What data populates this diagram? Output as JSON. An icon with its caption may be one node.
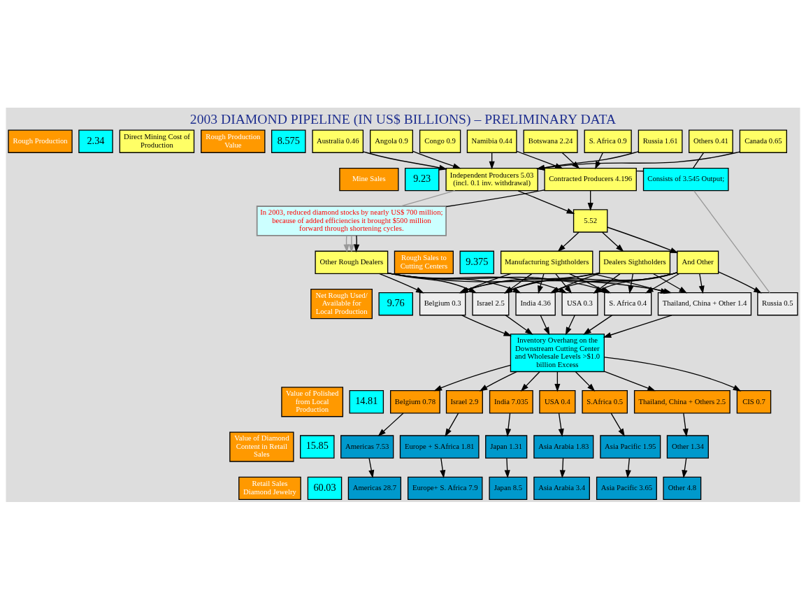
{
  "diagram": {
    "title": "2003 DIAMOND PIPELINE (IN US$ BILLIONS) – PRELIMINARY DATA",
    "nodes": [
      {
        "text": [
          "Rough Production"
        ]
      },
      {
        "text": [
          "2.34"
        ]
      },
      {
        "text": [
          "Direct Mining Cost of Production"
        ]
      },
      {
        "text": [
          "Rough Production Value"
        ]
      },
      {
        "text": [
          "8.575"
        ]
      },
      {
        "text": [
          "Australia 0.46"
        ]
      },
      {
        "text": [
          "Angola 0.9"
        ]
      },
      {
        "text": [
          "Congo 0.9"
        ]
      },
      {
        "text": [
          "Namibia 0.44"
        ]
      },
      {
        "text": [
          "Botswana 2.24"
        ]
      },
      {
        "text": [
          "S. Africa 0.9"
        ]
      },
      {
        "text": [
          "Russia 1.61"
        ]
      },
      {
        "text": [
          "Others 0.41"
        ]
      },
      {
        "text": [
          "Canada 0.65"
        ]
      },
      {
        "text": [
          "Mine Sales"
        ]
      },
      {
        "text": [
          "9.23"
        ]
      },
      {
        "text": [
          "Independent Producers 5.03",
          "(incl. 0.1 inv. withdrawal)"
        ]
      },
      {
        "text": [
          "Contracted Producers 4.196"
        ]
      },
      {
        "text": [
          "Consists of 3.545 Output;"
        ]
      },
      {
        "text": [
          "In 2003, reduced diamond stocks by nearly US$ 700 million; because of added efficiencies it brought $500 million forward through shortening cycles."
        ]
      },
      {
        "text": [
          "Rough Sales to Cutting Centers"
        ]
      },
      {
        "text": [
          "9.375"
        ]
      },
      {
        "text": [
          "5.52"
        ]
      },
      {
        "text": [
          "Other Rough Dealers"
        ]
      },
      {
        "text": [
          "Manufacturing Sightholders"
        ]
      },
      {
        "text": [
          "Dealers Sightholders"
        ]
      },
      {
        "text": [
          "And Other"
        ]
      },
      {
        "text": [
          "Net Rough Used/ Available for Local Production"
        ]
      },
      {
        "text": [
          "9.76"
        ]
      },
      {
        "text": [
          "Belgium 0.3"
        ]
      },
      {
        "text": [
          "Israel 2.5"
        ]
      },
      {
        "text": [
          "India 4.36"
        ]
      },
      {
        "text": [
          "USA 0.3"
        ]
      },
      {
        "text": [
          "S. Africa 0.4"
        ]
      },
      {
        "text": [
          "Thailand, China + Other 1.4"
        ]
      },
      {
        "text": [
          "Russia 0.5"
        ]
      },
      {
        "text": [
          "Inventory Overhang on the Downstream Cutting Center and Wholesale Levels >$1.0 billion Excess"
        ]
      },
      {
        "text": [
          "Value of Polished from Local Production"
        ]
      },
      {
        "text": [
          "14.81"
        ]
      },
      {
        "text": [
          "Belgium 0.78"
        ]
      },
      {
        "text": [
          "Israel 2.9"
        ]
      },
      {
        "text": [
          "India 7.035"
        ]
      },
      {
        "text": [
          "USA 0.4"
        ]
      },
      {
        "text": [
          "S.Africa 0.5"
        ]
      },
      {
        "text": [
          "Thailand, China + Others 2.5"
        ]
      },
      {
        "text": [
          "CIS 0.7"
        ]
      },
      {
        "text": [
          "Value of Diamond Content in Retail Sales"
        ]
      },
      {
        "text": [
          "15.85"
        ]
      },
      {
        "text": [
          "Americas 7.53"
        ]
      },
      {
        "text": [
          "Europe + S.Africa 1.81"
        ]
      },
      {
        "text": [
          "Japan 1.31"
        ]
      },
      {
        "text": [
          "Asia Arabia 1.83"
        ]
      },
      {
        "text": [
          "Asia Pacific 1.95"
        ]
      },
      {
        "text": [
          "Other 1.34"
        ]
      },
      {
        "text": [
          "Retail Sales Diamond Jewelry"
        ]
      },
      {
        "text": [
          "60.03"
        ]
      },
      {
        "text": [
          "Americas 28.7"
        ]
      },
      {
        "text": [
          "Europe+ S. Africa 7.9"
        ]
      },
      {
        "text": [
          "Japan 8.5"
        ]
      },
      {
        "text": [
          "Asia Arabia 3.4"
        ]
      },
      {
        "text": [
          "Asia Pacific 3.65"
        ]
      },
      {
        "text": [
          "Other 4.8"
        ]
      }
    ],
    "edges": [
      {
        "from": 5,
        "to": 16,
        "arrow": "to"
      },
      {
        "from": 6,
        "to": 16,
        "arrow": "to"
      },
      {
        "from": 8,
        "to": 16,
        "arrow": "to"
      },
      {
        "from": 8,
        "to": 17,
        "arrow": "to"
      },
      {
        "from": 9,
        "to": 17,
        "arrow": "to"
      },
      {
        "from": 10,
        "to": 17,
        "arrow": "to"
      },
      {
        "from": 11,
        "to": 16,
        "arrow": "to"
      },
      {
        "from": 12,
        "to": 18,
        "arrow": "none"
      },
      {
        "from": 13,
        "to": 16,
        "arrow": "to"
      },
      {
        "from": 18,
        "to": 17,
        "arrow": "none"
      },
      {
        "from": 18,
        "to": 35,
        "arrow": "none",
        "color": "#999999"
      },
      {
        "from": 16,
        "to": 22,
        "arrow": "to"
      },
      {
        "from": 17,
        "to": 22,
        "arrow": "to"
      },
      {
        "from": 19,
        "to": 17,
        "arrow": "none"
      },
      {
        "from": 16,
        "to": 19,
        "arrow": "none",
        "color": "#999999"
      },
      {
        "from": 19,
        "to": 23,
        "arrow": "to",
        "color": "#999999"
      },
      {
        "from": 19,
        "to": 23,
        "arrow": "to",
        "color": "#999999"
      },
      {
        "from": 19,
        "to": 23,
        "arrow": "to"
      },
      {
        "from": 22,
        "to": 24,
        "arrow": "to"
      },
      {
        "from": 22,
        "to": 25,
        "arrow": "to"
      },
      {
        "from": 22,
        "to": 26,
        "arrow": "to"
      },
      {
        "from": 23,
        "to": 29,
        "arrow": "to"
      },
      {
        "from": 23,
        "to": 30,
        "arrow": "to"
      },
      {
        "from": 23,
        "to": 31,
        "arrow": "to"
      },
      {
        "from": 23,
        "to": 32,
        "arrow": "to"
      },
      {
        "from": 23,
        "to": 33,
        "arrow": "to"
      },
      {
        "from": 23,
        "to": 34,
        "arrow": "to"
      },
      {
        "from": 24,
        "to": 29,
        "arrow": "to"
      },
      {
        "from": 24,
        "to": 30,
        "arrow": "to"
      },
      {
        "from": 24,
        "to": 31,
        "arrow": "to"
      },
      {
        "from": 24,
        "to": 32,
        "arrow": "to"
      },
      {
        "from": 24,
        "to": 33,
        "arrow": "to"
      },
      {
        "from": 24,
        "to": 34,
        "arrow": "to"
      },
      {
        "from": 25,
        "to": 29,
        "arrow": "to"
      },
      {
        "from": 25,
        "to": 30,
        "arrow": "to"
      },
      {
        "from": 25,
        "to": 31,
        "arrow": "to"
      },
      {
        "from": 25,
        "to": 32,
        "arrow": "to"
      },
      {
        "from": 25,
        "to": 33,
        "arrow": "to"
      },
      {
        "from": 25,
        "to": 34,
        "arrow": "to"
      },
      {
        "from": 26,
        "to": 29,
        "arrow": "to"
      },
      {
        "from": 26,
        "to": 30,
        "arrow": "to"
      },
      {
        "from": 26,
        "to": 31,
        "arrow": "to"
      },
      {
        "from": 26,
        "to": 32,
        "arrow": "to"
      },
      {
        "from": 26,
        "to": 33,
        "arrow": "to"
      },
      {
        "from": 26,
        "to": 34,
        "arrow": "to"
      },
      {
        "from": 26,
        "to": 35,
        "arrow": "to"
      },
      {
        "from": 29,
        "to": 36,
        "arrow": "to"
      },
      {
        "from": 30,
        "to": 36,
        "arrow": "to"
      },
      {
        "from": 31,
        "to": 36,
        "arrow": "to"
      },
      {
        "from": 32,
        "to": 36,
        "arrow": "to"
      },
      {
        "from": 33,
        "to": 36,
        "arrow": "to"
      },
      {
        "from": 34,
        "to": 36,
        "arrow": "to"
      },
      {
        "from": 36,
        "to": 39,
        "arrow": "to"
      },
      {
        "from": 36,
        "to": 40,
        "arrow": "to"
      },
      {
        "from": 36,
        "to": 41,
        "arrow": "to"
      },
      {
        "from": 36,
        "to": 42,
        "arrow": "to"
      },
      {
        "from": 36,
        "to": 43,
        "arrow": "to"
      },
      {
        "from": 36,
        "to": 44,
        "arrow": "to"
      },
      {
        "from": 36,
        "to": 45,
        "arrow": "to"
      },
      {
        "from": 39,
        "to": 48,
        "arrow": "to"
      },
      {
        "from": 40,
        "to": 49,
        "arrow": "to"
      },
      {
        "from": 41,
        "to": 50,
        "arrow": "to"
      },
      {
        "from": 42,
        "to": 51,
        "arrow": "to"
      },
      {
        "from": 43,
        "to": 52,
        "arrow": "to"
      },
      {
        "from": 44,
        "to": 53,
        "arrow": "to"
      },
      {
        "from": 48,
        "to": 56,
        "arrow": "to"
      },
      {
        "from": 49,
        "to": 57,
        "arrow": "to"
      },
      {
        "from": 50,
        "to": 58,
        "arrow": "to"
      },
      {
        "from": 51,
        "to": 59,
        "arrow": "to"
      },
      {
        "from": 52,
        "to": 60,
        "arrow": "to"
      },
      {
        "from": 53,
        "to": 61,
        "arrow": "to"
      }
    ]
  }
}
